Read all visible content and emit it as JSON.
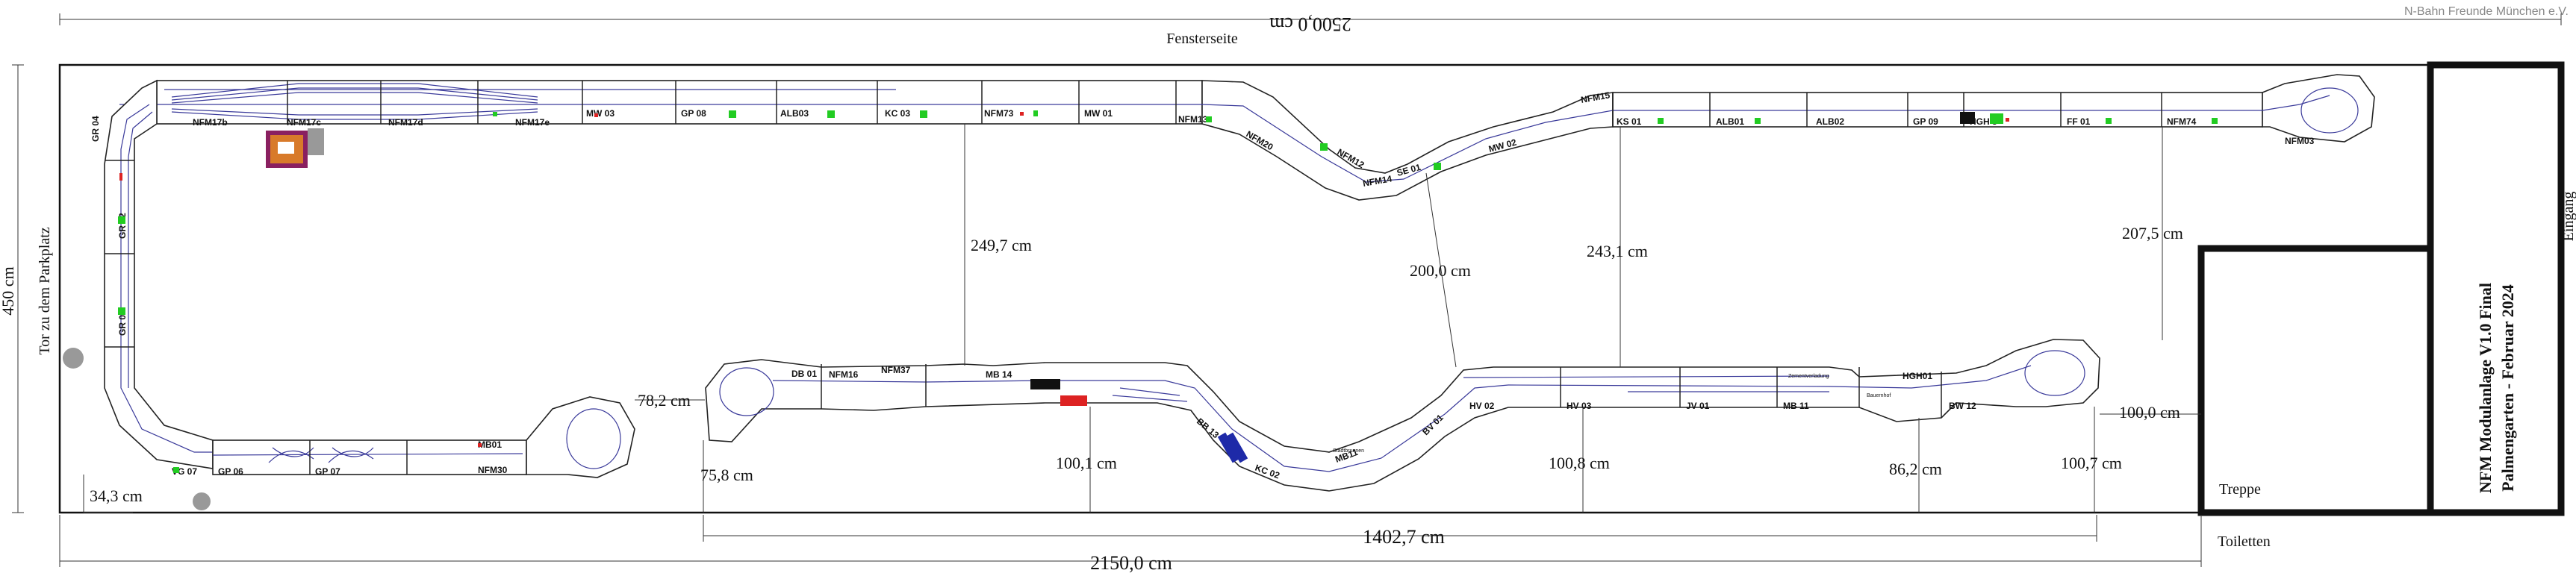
{
  "credit": "N-Bahn Freunde München e.V.",
  "dimensions": {
    "top_total": "2500,0 cm",
    "height_total": "450 cm",
    "bottom_total": "2150,0 cm",
    "inner_span": "1402,7 cm",
    "left_corner": "34,3 cm",
    "gap_249": "249,7 cm",
    "gap_200": "200,0 cm",
    "gap_243": "243,1 cm",
    "gap_207": "207,5 cm",
    "gap_782": "78,2 cm",
    "gap_758": "75,8 cm",
    "gap_1001": "100,1 cm",
    "gap_1008": "100,8 cm",
    "gap_862": "86,2 cm",
    "gap_1007": "100,7 cm",
    "gap_1000": "100,0 cm"
  },
  "sides": {
    "window": "Fensterseite",
    "gate": "Tor zu dem Parkplatz",
    "entrance": "Eingang",
    "stairs": "Treppe",
    "toilets": "Toiletten"
  },
  "title": {
    "line1": "NFM Modulanlage V1.0 Final",
    "line2": "Palmengarten - Februar 2024"
  },
  "modules": {
    "top": [
      {
        "label": "NFM17b"
      },
      {
        "label": "NFM17c"
      },
      {
        "label": "NFM17d"
      },
      {
        "label": "NFM17e"
      },
      {
        "label": "MW 03"
      },
      {
        "label": "GP 08"
      },
      {
        "label": "ALB03"
      },
      {
        "label": "KC 03"
      },
      {
        "label": "NFM73"
      },
      {
        "label": "MW 01"
      },
      {
        "label": "NFM13"
      },
      {
        "label": "NFM20"
      },
      {
        "label": "NFM12"
      },
      {
        "label": "NFM14"
      },
      {
        "label": "SE 01"
      },
      {
        "label": "MW 02"
      },
      {
        "label": "NFM15"
      },
      {
        "label": "KS 01"
      },
      {
        "label": "ALB01"
      },
      {
        "label": "ALB02"
      },
      {
        "label": "GP 09"
      },
      {
        "label": "HGH 5"
      },
      {
        "label": "FF 01"
      },
      {
        "label": "NFM74"
      },
      {
        "label": "NFM03"
      }
    ],
    "left": [
      {
        "label": "GR 04"
      },
      {
        "label": "GR 02"
      },
      {
        "label": "GR 01"
      }
    ],
    "bottom": [
      {
        "label": "VG 07"
      },
      {
        "label": "GP 06"
      },
      {
        "label": "GP 07"
      },
      {
        "label": "MB01"
      },
      {
        "label": "NFM30"
      },
      {
        "label": "DB 01"
      },
      {
        "label": "NFM16"
      },
      {
        "label": "NFM37"
      },
      {
        "label": "MB 14"
      },
      {
        "label": "BB 13"
      },
      {
        "label": "KC 02"
      },
      {
        "label": "MB11"
      },
      {
        "label": "BV 01"
      },
      {
        "label": "HV 02"
      },
      {
        "label": "HV 03"
      },
      {
        "label": "JV 01"
      },
      {
        "label": "MB 11"
      },
      {
        "label": "HGH01"
      },
      {
        "label": "BW 12"
      }
    ],
    "tiny": [
      "Zementverladung",
      "Bauernhof",
      "Stadtbrunnen"
    ]
  },
  "colors": {
    "track": "#3a3a9a",
    "signal_green": "#22cc22",
    "signal_red": "#dd2222",
    "building_orange": "#d87a2a",
    "building_purple": "#8a2060"
  }
}
